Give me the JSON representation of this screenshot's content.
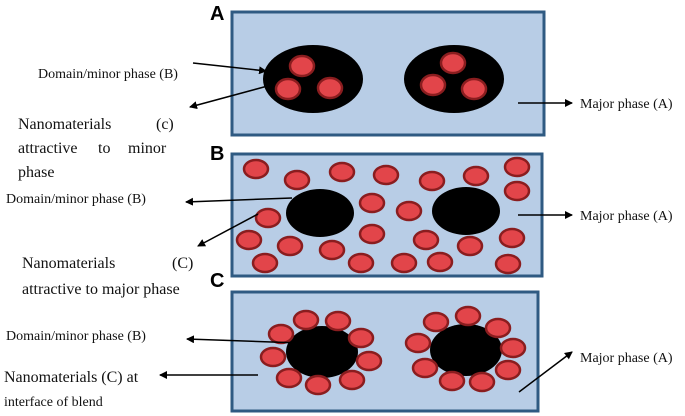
{
  "panels": [
    {
      "letter": "A",
      "labels": {
        "domain": "Domain/minor phase (B)",
        "nano_line1": "Nanomaterials",
        "nano_line1b": "(c)",
        "nano_line2a": "attractive",
        "nano_line2b": "to",
        "nano_line2c": "minor",
        "nano_line3": "phase",
        "major": "Major phase (A)"
      }
    },
    {
      "letter": "B",
      "labels": {
        "domain": "Domain/minor phase (B)",
        "nano_line1": "Nanomaterials",
        "nano_line1b": "(C)",
        "nano_line2": "attractive to major phase",
        "major": "Major phase (A)"
      }
    },
    {
      "letter": "C",
      "labels": {
        "domain": "Domain/minor phase (B)",
        "nano_line1": "Nanomaterials (C) at",
        "nano_line2": "interface of blend",
        "major": "Major phase (A)"
      }
    }
  ],
  "colors": {
    "matrix_fill": "#b8cde6",
    "matrix_stroke": "#2f5a82",
    "domain_fill": "#000000",
    "particle_fill": "#e2454a",
    "particle_stroke": "#8a1d1f"
  }
}
